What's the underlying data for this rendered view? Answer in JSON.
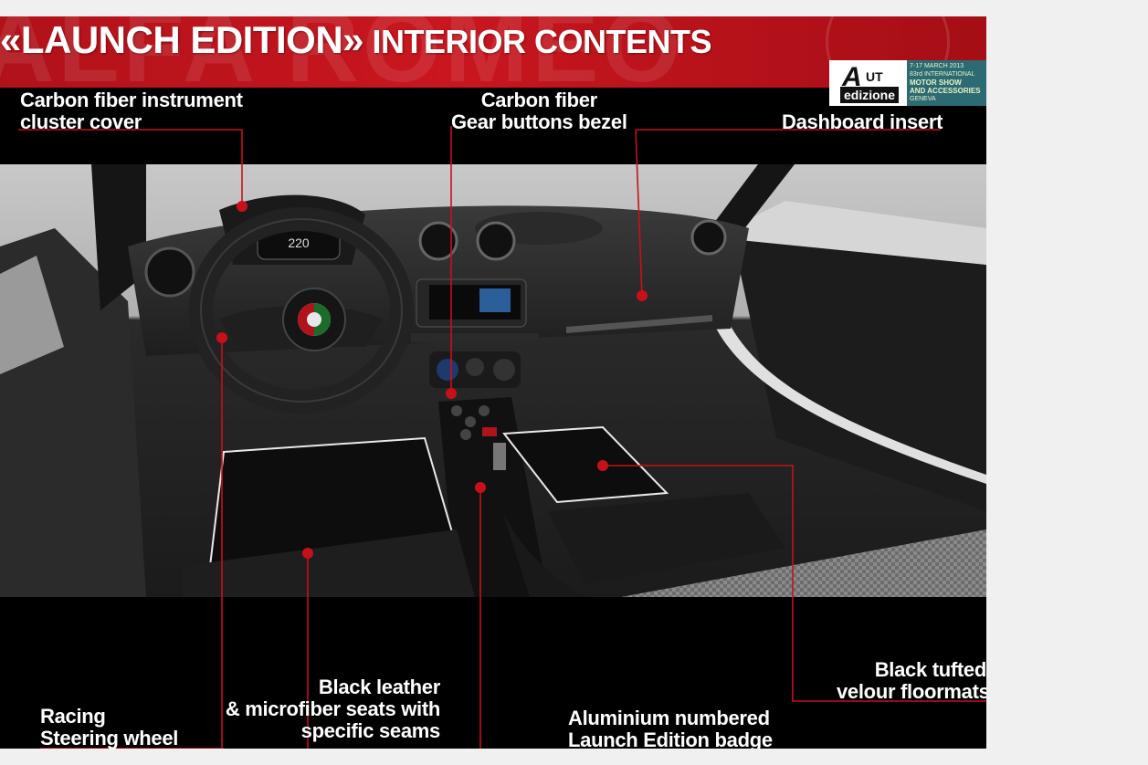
{
  "header": {
    "title_main": "«LAUNCH EDITION»",
    "title_sub": " INTERIOR CONTENTS",
    "watermark": "ALFA ROMEO"
  },
  "logos": {
    "auto_big": "A",
    "auto_small": "UT",
    "auto_brand": "edizione",
    "show_line1": "7-17 MARCH 2013",
    "show_line2": "83rd INTERNATIONAL",
    "show_line3": "MOTOR SHOW",
    "show_line4": "AND ACCESSORIES",
    "show_line5": "GENEVA"
  },
  "dashboard": {
    "speedo": "220"
  },
  "labels": {
    "instrument_cover": "Carbon fiber instrument\ncluster cover",
    "gear_bezel": "Carbon fiber\nGear buttons bezel",
    "dashboard_insert": "Dashboard insert",
    "floormats": "Black tufted\nvelour floormats",
    "seats": "Black leather\n& microfiber seats with\nspecific seams",
    "badge": "Aluminium numbered\nLaunch Edition badge",
    "steering": "Racing\nSteering wheel"
  },
  "colors": {
    "brand_red": "#c9161f",
    "leader_red": "#c8101b"
  }
}
